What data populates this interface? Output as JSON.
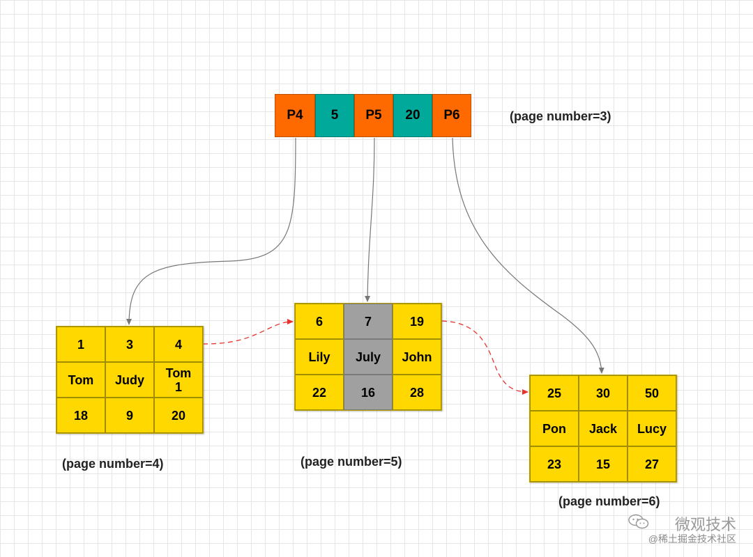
{
  "root": {
    "cells": [
      "P4",
      "5",
      "P5",
      "20",
      "P6"
    ],
    "label": "(page number=3)"
  },
  "page4": {
    "rows": [
      [
        "1",
        "3",
        "4"
      ],
      [
        "Tom",
        "Judy",
        "Tom\n1"
      ],
      [
        "18",
        "9",
        "20"
      ]
    ],
    "label": "(page number=4)"
  },
  "page5": {
    "rows": [
      [
        "6",
        "7",
        "19"
      ],
      [
        "Lily",
        "July",
        "John"
      ],
      [
        "22",
        "16",
        "28"
      ]
    ],
    "label": "(page number=5)"
  },
  "page6": {
    "rows": [
      [
        "25",
        "30",
        "50"
      ],
      [
        "Pon",
        "Jack",
        "Lucy"
      ],
      [
        "23",
        "15",
        "27"
      ]
    ],
    "label": "(page number=6)"
  },
  "watermark": {
    "title": "微观技术",
    "sub": "@稀土掘金技术社区"
  },
  "colors": {
    "pointer_cell": "#ff6a00",
    "key_cell": "#00a99a",
    "leaf_cell": "#ffd800",
    "highlight_column": "#a0a0a0",
    "tree_link": "#777777",
    "sibling_link": "#e8332c"
  }
}
